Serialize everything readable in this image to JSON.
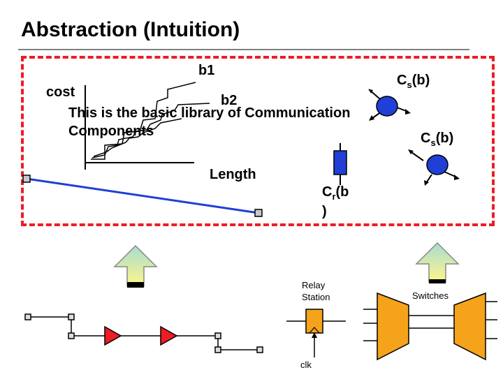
{
  "title": "Abstraction (Intuition)",
  "labels": {
    "cost": "cost",
    "b1": "b1",
    "b2": "b2",
    "length": "Length",
    "library_line1": "This is the basic library of Communication",
    "library_line2": "Components",
    "cs_top_main": "C",
    "cs_top_sub": "s",
    "cs_top_tail": "(b)",
    "cs_right_main": "C",
    "cs_right_sub": "s",
    "cs_right_tail": "(b)",
    "cr_main": "C",
    "cr_sub": "r",
    "cr_tail1": "(b",
    "cr_tail2": ")",
    "relay_station_line1": "Relay",
    "relay_station_line2": "Station",
    "switches": "Switches",
    "clk": "clk"
  },
  "colors": {
    "dashed_border": "#ee1c25",
    "link_line": "#1f3fd6",
    "node_fill": "#1f3fd6",
    "repeater": "#ee1c25",
    "relay_box": "#f5a31a",
    "switch": "#f5a31a",
    "arrow_gradient_top": "#a8ddd0",
    "arrow_gradient_bottom": "#fff58a"
  }
}
